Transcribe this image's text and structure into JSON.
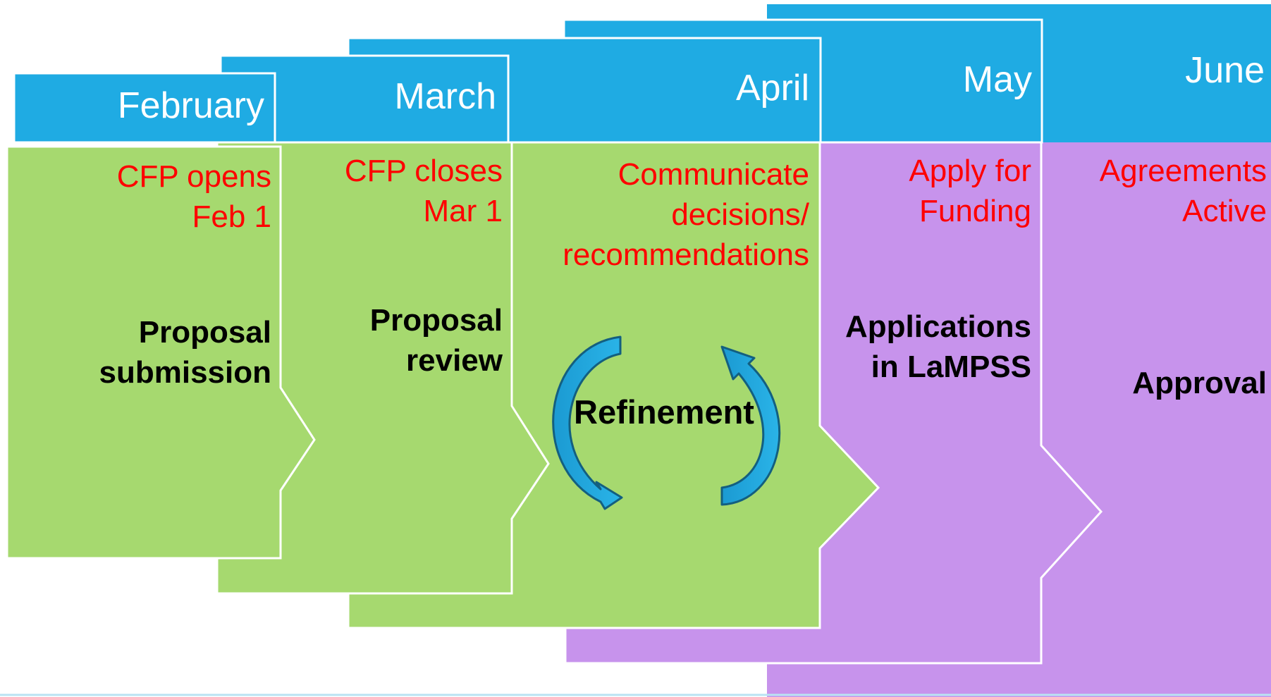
{
  "colors": {
    "header": "#1fabe3",
    "planning": "#a6d96f",
    "funding": "#c793ec",
    "event_text": "#ff0000",
    "outline": "#ffffff"
  },
  "months": [
    {
      "name": "February",
      "event": "CFP opens\nFeb 1",
      "phase": "Proposal\nsubmission"
    },
    {
      "name": "March",
      "event": "CFP closes\nMar 1",
      "phase": "Proposal\nreview"
    },
    {
      "name": "April",
      "event": "Communicate\ndecisions/\nrecommendations",
      "phase": ""
    },
    {
      "name": "May",
      "event": "Apply for\nFunding",
      "phase": "Applications\nin LaMPSS"
    },
    {
      "name": "June",
      "event": "Agreements\nActive",
      "phase": "Approval"
    }
  ],
  "cycle": {
    "label": "Refinement",
    "icon": "cycle-arrows-icon"
  }
}
